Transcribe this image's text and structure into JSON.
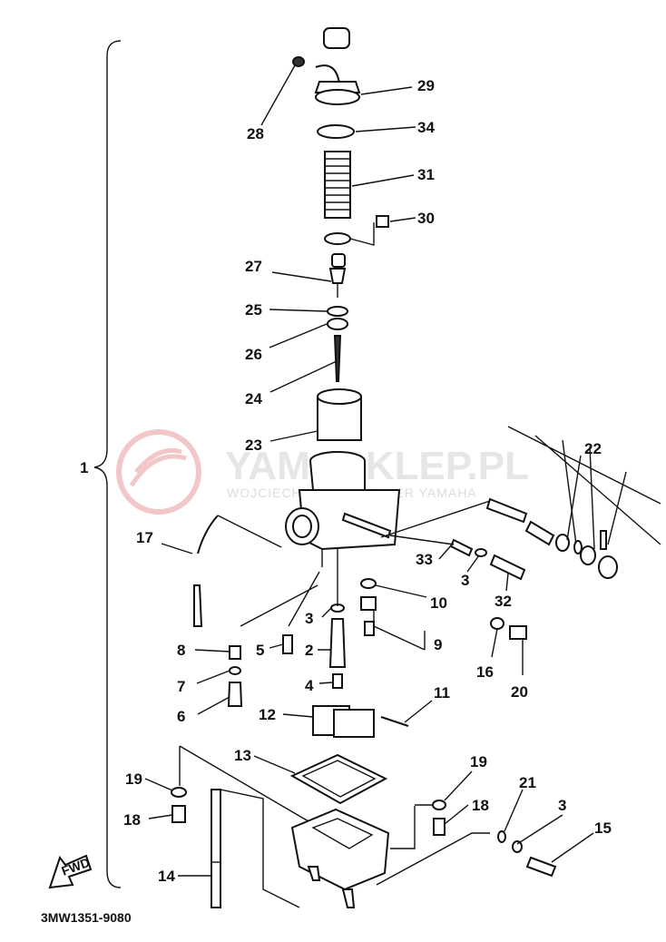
{
  "diagram": {
    "code": "3MW1351-9080",
    "bracket_label": "1",
    "fwd_label": "FWD",
    "watermark": {
      "brand": "YAMASKLEP.PL",
      "subtitle": "WOJCIECH MALEK DEALER YAMAHA"
    },
    "callouts": [
      {
        "id": "c29",
        "text": "29"
      },
      {
        "id": "c28",
        "text": "28"
      },
      {
        "id": "c34",
        "text": "34"
      },
      {
        "id": "c31",
        "text": "31"
      },
      {
        "id": "c30",
        "text": "30"
      },
      {
        "id": "c27",
        "text": "27"
      },
      {
        "id": "c25",
        "text": "25"
      },
      {
        "id": "c26",
        "text": "26"
      },
      {
        "id": "c24",
        "text": "24"
      },
      {
        "id": "c23",
        "text": "23"
      },
      {
        "id": "c22",
        "text": "22"
      },
      {
        "id": "c17",
        "text": "17"
      },
      {
        "id": "c33",
        "text": "33"
      },
      {
        "id": "c3a",
        "text": "3"
      },
      {
        "id": "c32",
        "text": "32"
      },
      {
        "id": "c10",
        "text": "10"
      },
      {
        "id": "c3b",
        "text": "3"
      },
      {
        "id": "c9",
        "text": "9"
      },
      {
        "id": "c8",
        "text": "8"
      },
      {
        "id": "c5",
        "text": "5"
      },
      {
        "id": "c2",
        "text": "2"
      },
      {
        "id": "c16",
        "text": "16"
      },
      {
        "id": "c20",
        "text": "20"
      },
      {
        "id": "c7",
        "text": "7"
      },
      {
        "id": "c4",
        "text": "4"
      },
      {
        "id": "c6",
        "text": "6"
      },
      {
        "id": "c12",
        "text": "12"
      },
      {
        "id": "c11",
        "text": "11"
      },
      {
        "id": "c13",
        "text": "13"
      },
      {
        "id": "c19a",
        "text": "19"
      },
      {
        "id": "c19b",
        "text": "19"
      },
      {
        "id": "c21",
        "text": "21"
      },
      {
        "id": "c18a",
        "text": "18"
      },
      {
        "id": "c18b",
        "text": "18"
      },
      {
        "id": "c3c",
        "text": "3"
      },
      {
        "id": "c15",
        "text": "15"
      },
      {
        "id": "c14",
        "text": "14"
      }
    ]
  }
}
